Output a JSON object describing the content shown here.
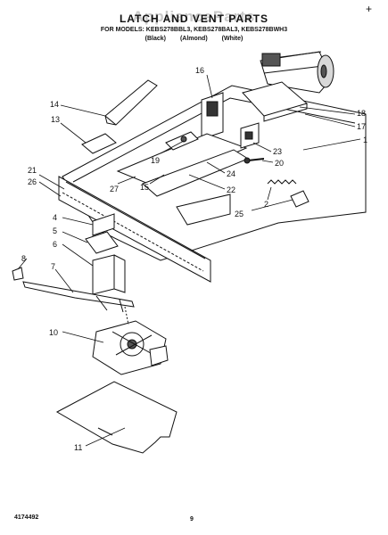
{
  "header": {
    "watermark": "ApplianceParts",
    "title": "LATCH AND VENT PARTS",
    "models": "FOR MODELS: KEBS278BBL3, KEBS278BAL3, KEBS278BWH3",
    "variants": [
      "(Black)",
      "(Almond)",
      "(White)"
    ],
    "corner_mark": "+"
  },
  "callouts": [
    "16",
    "14",
    "13",
    "18",
    "17",
    "1",
    "23",
    "19",
    "20",
    "21",
    "26",
    "24",
    "27",
    "15",
    "22",
    "2",
    "25",
    "4",
    "5",
    "6",
    "8",
    "7",
    "10",
    "11"
  ],
  "footer": {
    "doc_number": "4174492",
    "page_number": "9"
  }
}
